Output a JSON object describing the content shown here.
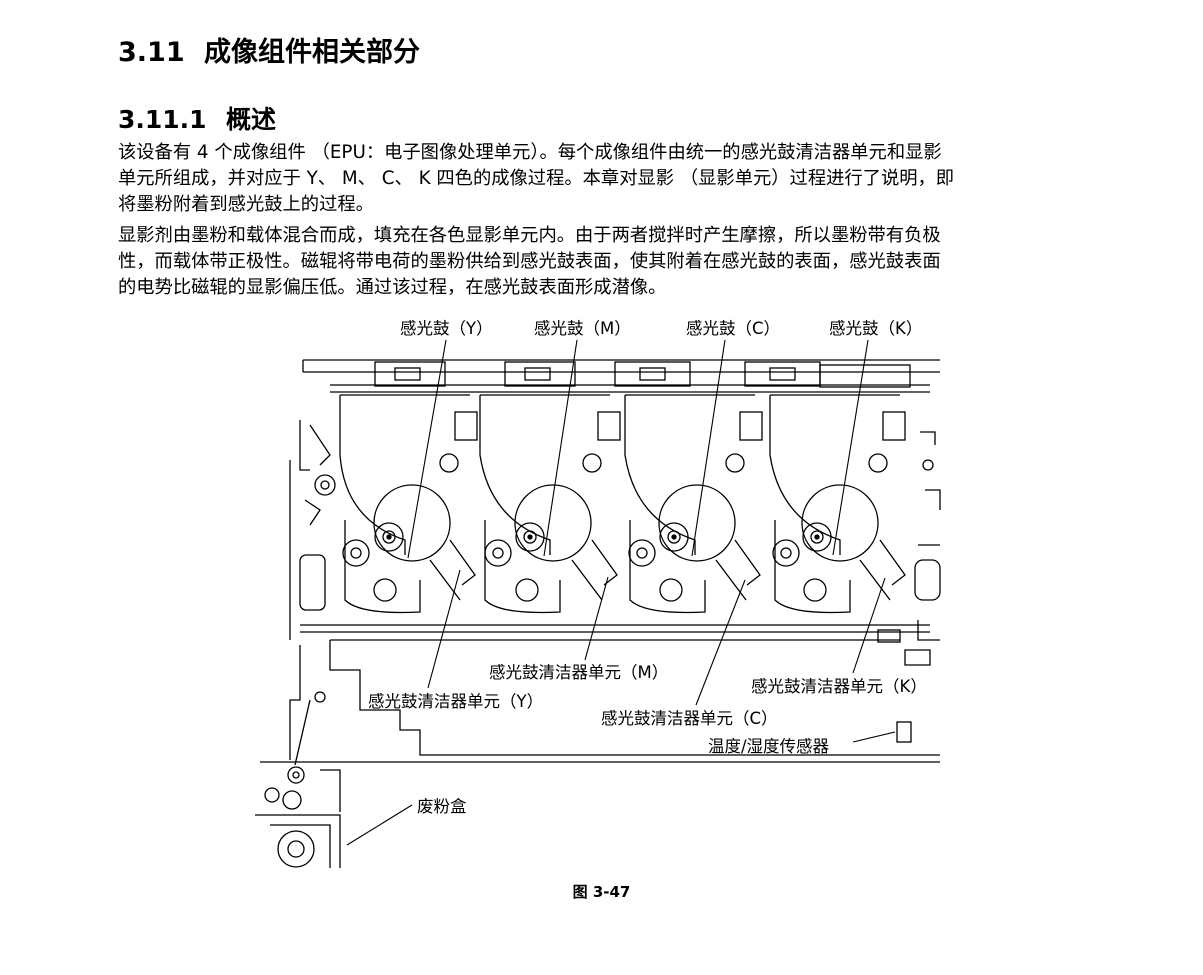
{
  "section": {
    "number": "3.11",
    "title": "成像组件相关部分"
  },
  "subsection": {
    "number": "3.11.1",
    "title": "概述"
  },
  "paragraph1": [
    "该设备有 4 个成像组件 （EPU：电子图像处理单元）。每个成像组件由统一的感光鼓清洁器单元和显影",
    "单元所组成，并对应于 Y、 M、 C、 K 四色的成像过程。本章对显影 （显影单元）过程进行了说明，即",
    "将墨粉附着到感光鼓上的过程。"
  ],
  "paragraph2": [
    "显影剂由墨粉和载体混合而成，填充在各色显影单元内。由于两者搅拌时产生摩擦，所以墨粉带有负极",
    "性，而载体带正极性。磁辊将带电荷的墨粉供给到感光鼓表面，使其附着在感光鼓的表面，感光鼓表面",
    "的电势比磁辊的显影偏压低。通过该过程，在感光鼓表面形成潜像。"
  ],
  "figure": {
    "labels": {
      "drum_y": "感光鼓（Y）",
      "drum_m": "感光鼓（M）",
      "drum_c": "感光鼓（C）",
      "drum_k": "感光鼓（K）",
      "cleaner_m": "感光鼓清洁器单元（M）",
      "cleaner_k": "感光鼓清洁器单元（K）",
      "cleaner_y": "感光鼓清洁器单元（Y）",
      "cleaner_c": "感光鼓清洁器单元（C）",
      "sensor": "温度/湿度传感器",
      "waste_box": "废粉盒"
    },
    "caption": "图 3-47"
  }
}
